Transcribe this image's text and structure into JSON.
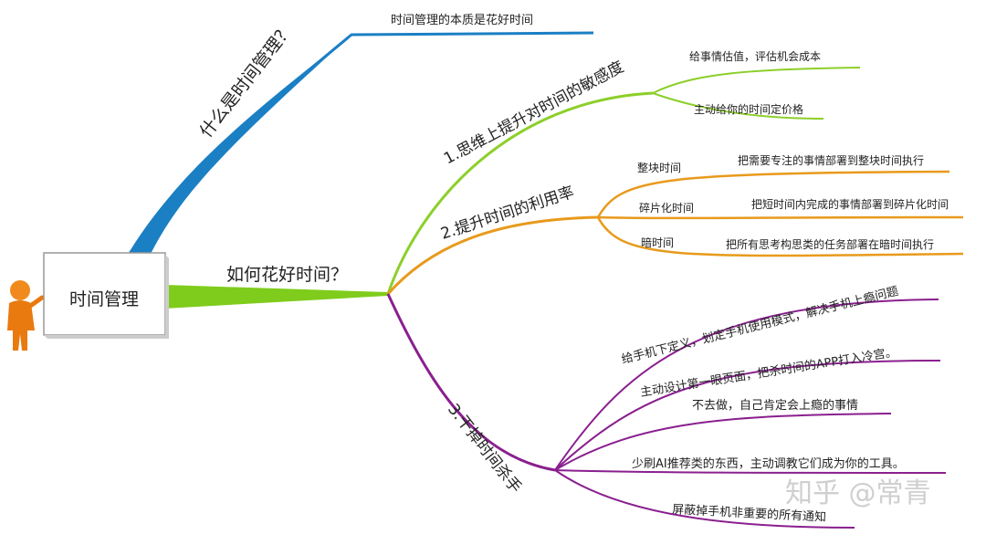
{
  "root": {
    "label": "时间管理"
  },
  "branch_what": {
    "label": "什么是时间管理？",
    "child": "时间管理的本质是花好时间",
    "color": "#1b7fc4"
  },
  "branch_how": {
    "label": "如何花好时间？",
    "color": "#7fcc1c",
    "sub1": {
      "label": "1.思维上提升对时间的敏感度",
      "color": "#8ccf2a",
      "items": [
        "给事情估值，评估机会成本",
        "主动给你的时间定价格"
      ]
    },
    "sub2": {
      "label": "2.提升时间的利用率",
      "color": "#e89a1c",
      "items": [
        {
          "label": "整块时间",
          "detail": "把需要专注的事情部署到整块时间执行"
        },
        {
          "label": "碎片化时间",
          "detail": "把短时间内完成的事情部署到碎片化时间"
        },
        {
          "label": "暗时间",
          "detail": "把所有思考构思类的任务部署在暗时间执行"
        }
      ]
    },
    "sub3": {
      "label": "3.干掉时间杀手",
      "color": "#8a1f8f",
      "items": [
        "给手机下定义，划定手机使用模式，解决手机上瘾问题",
        "主动设计第一眼页面，把杀时间的APP打入冷宫。",
        "不去做，自己肯定会上瘾的事情",
        "少刷AI推荐类的东西，主动调教它们成为你的工具。",
        "屏蔽掉手机非重要的所有通知"
      ]
    }
  },
  "watermark": "知乎 @常青"
}
